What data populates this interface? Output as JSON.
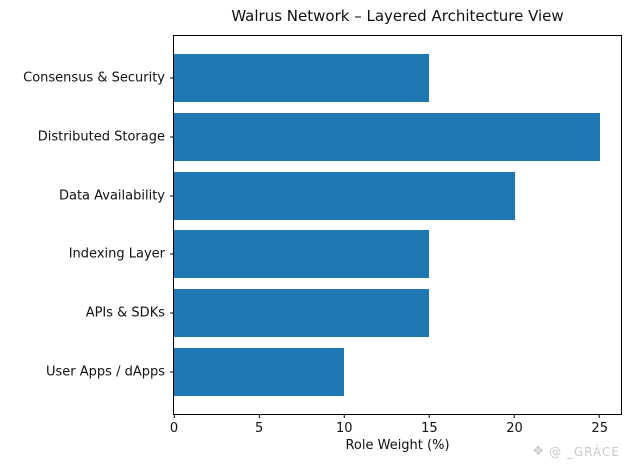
{
  "chart_data": {
    "type": "bar",
    "orientation": "horizontal",
    "title": "Walrus Network – Layered Architecture View",
    "xlabel": "Role Weight (%)",
    "ylabel": "",
    "categories": [
      "Consensus & Security",
      "Distributed Storage",
      "Data Availability",
      "Indexing Layer",
      "APIs & SDKs",
      "User Apps / dApps"
    ],
    "values": [
      15,
      25,
      20,
      15,
      15,
      10
    ],
    "xticks": [
      0,
      5,
      10,
      15,
      20,
      25
    ],
    "xlim": [
      0,
      26.25
    ],
    "grid": false,
    "legend": false,
    "bar_color": "#1f77b4"
  },
  "watermark": {
    "icon": "❖",
    "text": "@ _GRÀCE",
    "color": "#c9c9c9"
  }
}
